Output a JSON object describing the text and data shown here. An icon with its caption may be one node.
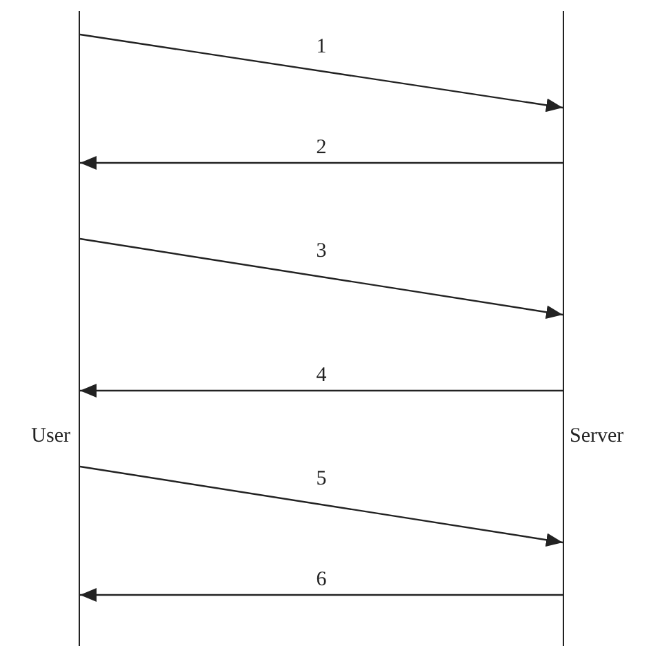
{
  "diagram": {
    "nodes": [
      {
        "text": [
          "User"
        ]
      },
      {
        "text": [
          "Server"
        ]
      }
    ],
    "edges": [
      {
        "from": 0,
        "to": 1,
        "arrow": "to",
        "label": "1"
      },
      {
        "from": 1,
        "to": 0,
        "arrow": "to",
        "label": "2"
      },
      {
        "from": 0,
        "to": 1,
        "arrow": "to",
        "label": "3"
      },
      {
        "from": 1,
        "to": 0,
        "arrow": "to",
        "label": "4"
      },
      {
        "from": 0,
        "to": 1,
        "arrow": "to",
        "label": "5"
      },
      {
        "from": 1,
        "to": 0,
        "arrow": "to",
        "label": "6"
      }
    ]
  }
}
